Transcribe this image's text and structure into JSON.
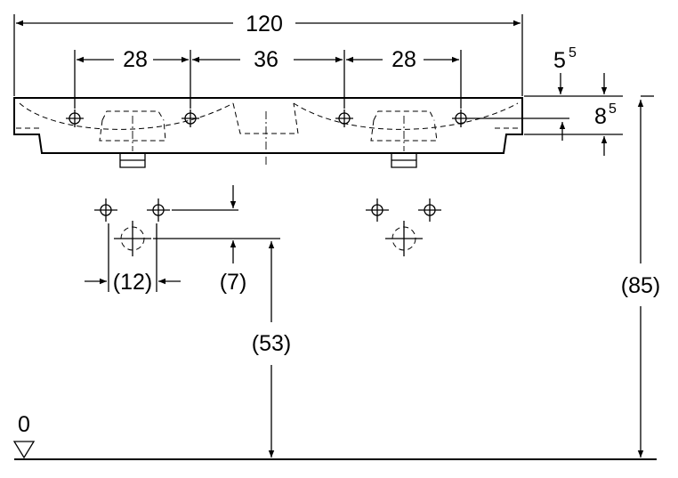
{
  "drawing": {
    "overall_width": "120",
    "tap_spacing_left": "28",
    "tap_spacing_center": "36",
    "tap_spacing_right": "28",
    "rim_thickness_main": "5",
    "rim_thickness_sup": "5",
    "bowl_depth_main": "8",
    "bowl_depth_sup": "5",
    "trap_spacing": "(12)",
    "trap_offset": "(7)",
    "trap_height": "(53)",
    "rim_height": "(85)",
    "floor_level": "0",
    "colors": {
      "line": "#000000",
      "background": "#ffffff"
    },
    "floor_symbol": "triangle-level-marker-icon"
  }
}
